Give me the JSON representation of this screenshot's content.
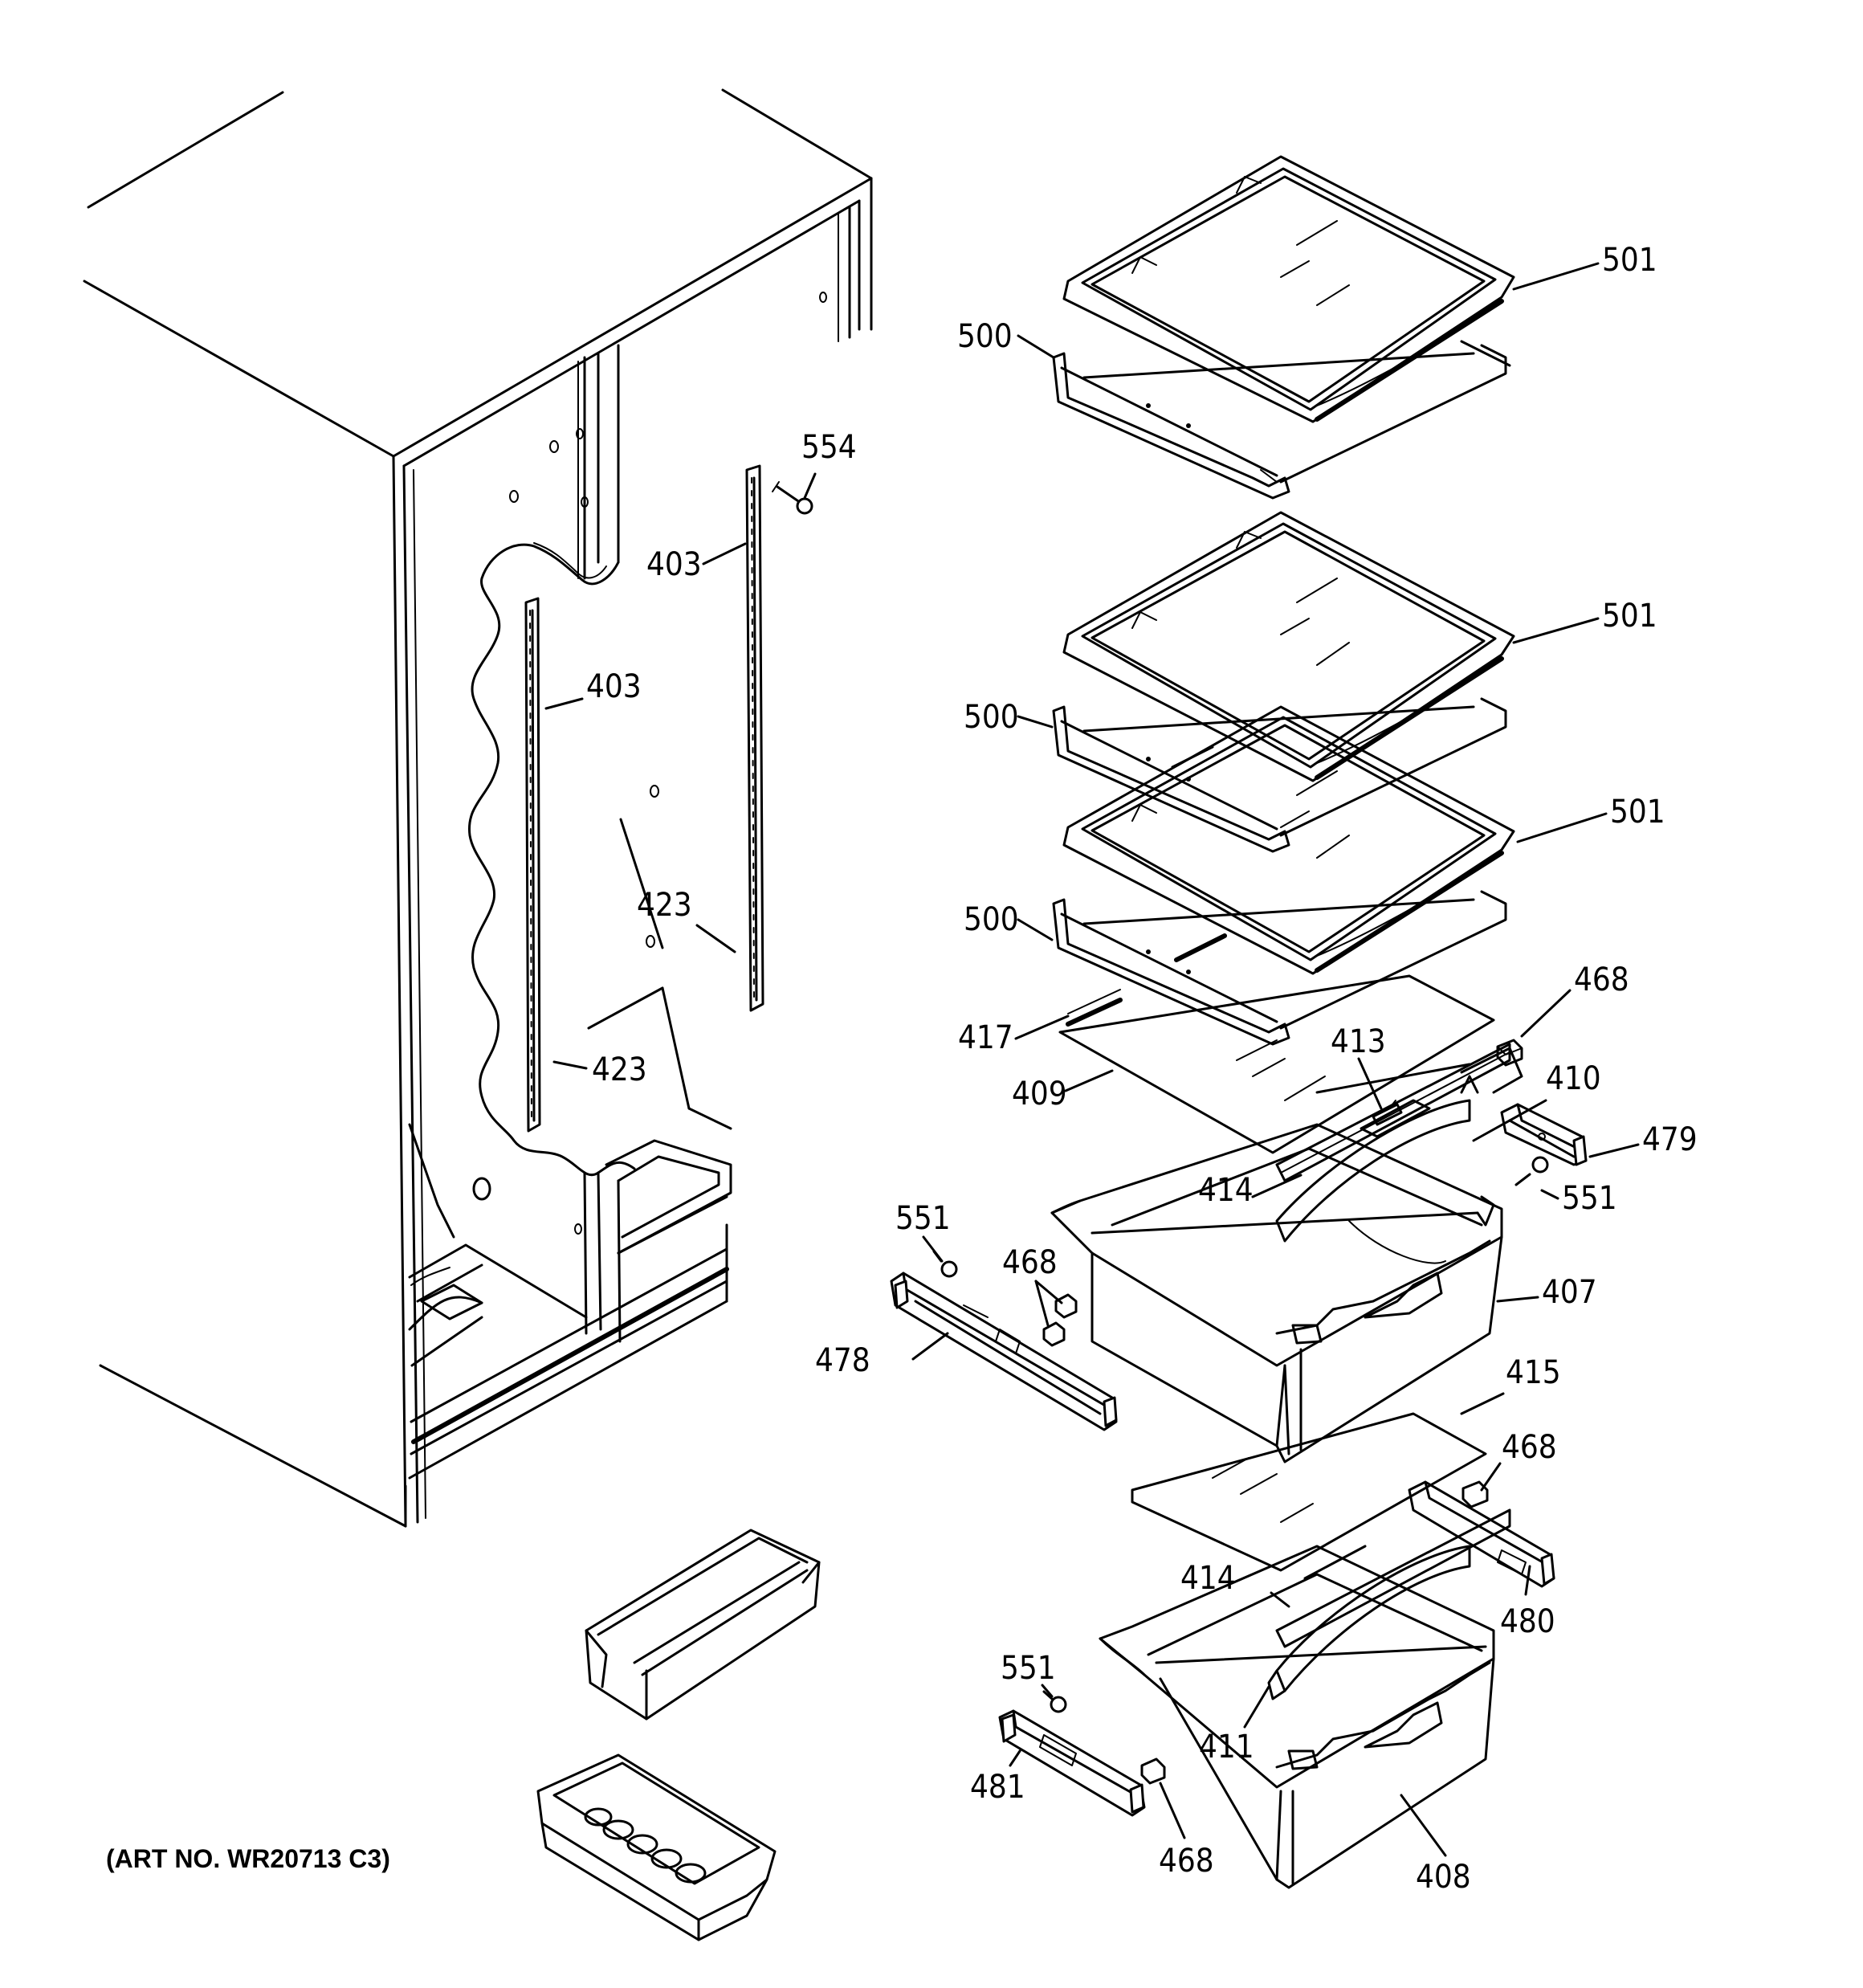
{
  "diagram": {
    "art_number": "(ART NO. WR20713 C3)",
    "callouts": [
      {
        "id": "c501a",
        "label": "501"
      },
      {
        "id": "c500a",
        "label": "500"
      },
      {
        "id": "c554",
        "label": "554"
      },
      {
        "id": "c403a",
        "label": "403"
      },
      {
        "id": "c403b",
        "label": "403"
      },
      {
        "id": "c501b",
        "label": "501"
      },
      {
        "id": "c500b",
        "label": "500"
      },
      {
        "id": "c501c",
        "label": "501"
      },
      {
        "id": "c423a",
        "label": "423"
      },
      {
        "id": "c500c",
        "label": "500"
      },
      {
        "id": "c468a",
        "label": "468"
      },
      {
        "id": "c417",
        "label": "417"
      },
      {
        "id": "c413",
        "label": "413"
      },
      {
        "id": "c423b",
        "label": "423"
      },
      {
        "id": "c410",
        "label": "410"
      },
      {
        "id": "c409",
        "label": "409"
      },
      {
        "id": "c479",
        "label": "479"
      },
      {
        "id": "c414a",
        "label": "414"
      },
      {
        "id": "c551a",
        "label": "551"
      },
      {
        "id": "c551b",
        "label": "551"
      },
      {
        "id": "c468b",
        "label": "468"
      },
      {
        "id": "c407",
        "label": "407"
      },
      {
        "id": "c478",
        "label": "478"
      },
      {
        "id": "c415",
        "label": "415"
      },
      {
        "id": "c468c",
        "label": "468"
      },
      {
        "id": "c414b",
        "label": "414"
      },
      {
        "id": "c480",
        "label": "480"
      },
      {
        "id": "c551c",
        "label": "551"
      },
      {
        "id": "c411",
        "label": "411"
      },
      {
        "id": "c481",
        "label": "481"
      },
      {
        "id": "c468d",
        "label": "468"
      },
      {
        "id": "c408",
        "label": "408"
      }
    ]
  }
}
